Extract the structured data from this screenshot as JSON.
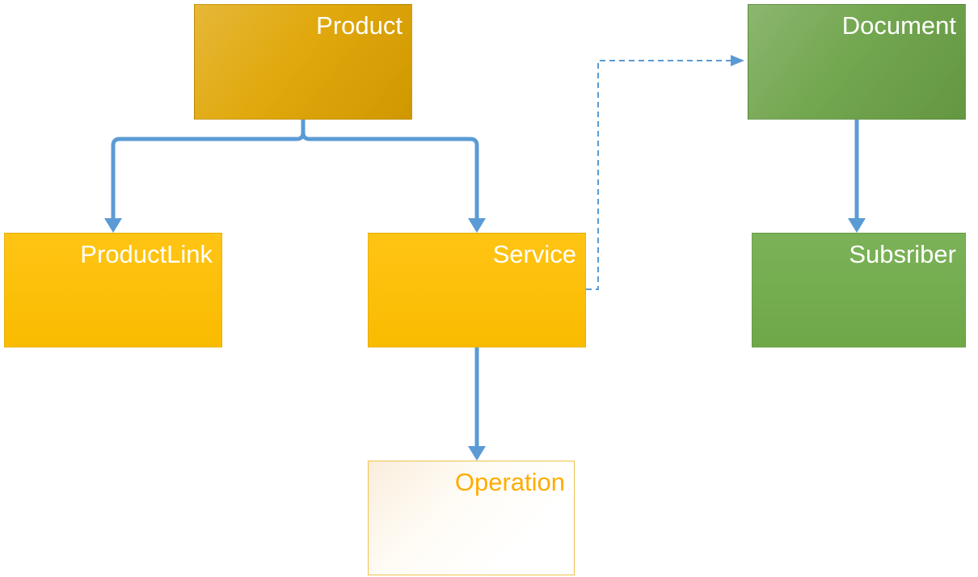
{
  "diagram": {
    "connector_color": "#5b9bd5",
    "nodes": {
      "product": {
        "label": "Product",
        "fill": "#dfa400",
        "text_color": "#ffffff"
      },
      "productlink": {
        "label": "ProductLink",
        "fill": "#ffbf00",
        "text_color": "#ffffff"
      },
      "service": {
        "label": "Service",
        "fill": "#ffbf00",
        "text_color": "#ffffff"
      },
      "operation": {
        "label": "Operation",
        "fill": "#ffffff",
        "text_color": "#ffac00",
        "border_color": "#eec24a"
      },
      "document": {
        "label": "Document",
        "fill": "#6ca247",
        "text_color": "#ffffff"
      },
      "subscriber": {
        "label": "Subsriber",
        "fill": "#70ab4a",
        "text_color": "#ffffff"
      }
    },
    "connections": [
      {
        "from": "product",
        "to": "productlink",
        "style": "solid"
      },
      {
        "from": "product",
        "to": "service",
        "style": "solid"
      },
      {
        "from": "service",
        "to": "operation",
        "style": "solid"
      },
      {
        "from": "service",
        "to": "document",
        "style": "dashed"
      },
      {
        "from": "document",
        "to": "subscriber",
        "style": "solid"
      }
    ]
  }
}
